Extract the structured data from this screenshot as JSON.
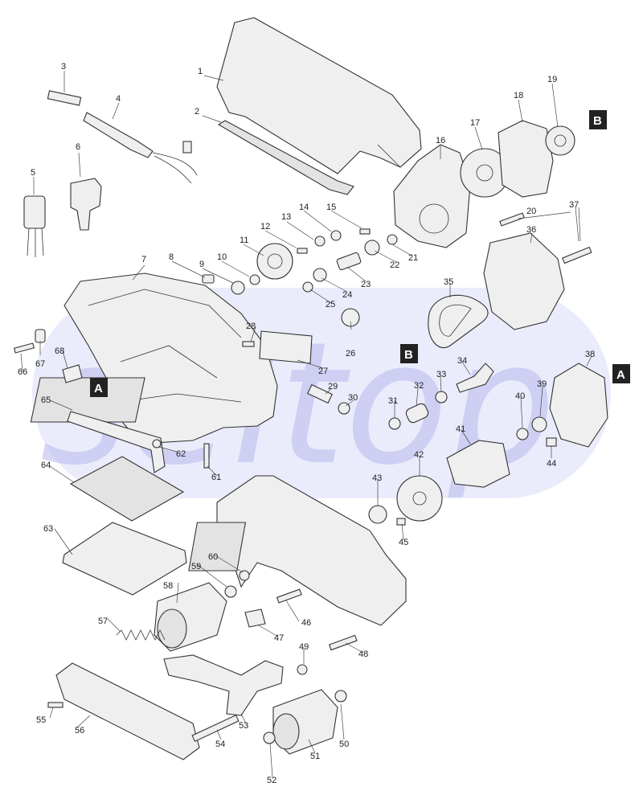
{
  "diagram": {
    "watermark": "seltop",
    "reference_markers": [
      "A",
      "A",
      "B",
      "B"
    ],
    "part_labels": [
      "1",
      "2",
      "3",
      "4",
      "5",
      "6",
      "7",
      "8",
      "9",
      "10",
      "11",
      "12",
      "13",
      "14",
      "15",
      "16",
      "17",
      "18",
      "19",
      "20",
      "21",
      "22",
      "23",
      "24",
      "25",
      "26",
      "27",
      "28",
      "29",
      "30",
      "31",
      "32",
      "33",
      "34",
      "35",
      "36",
      "37",
      "38",
      "39",
      "40",
      "41",
      "42",
      "43",
      "44",
      "45",
      "46",
      "47",
      "48",
      "49",
      "50",
      "51",
      "52",
      "53",
      "54",
      "55",
      "56",
      "57",
      "58",
      "59",
      "60",
      "61",
      "62",
      "63",
      "64",
      "65",
      "66",
      "67",
      "68"
    ]
  }
}
